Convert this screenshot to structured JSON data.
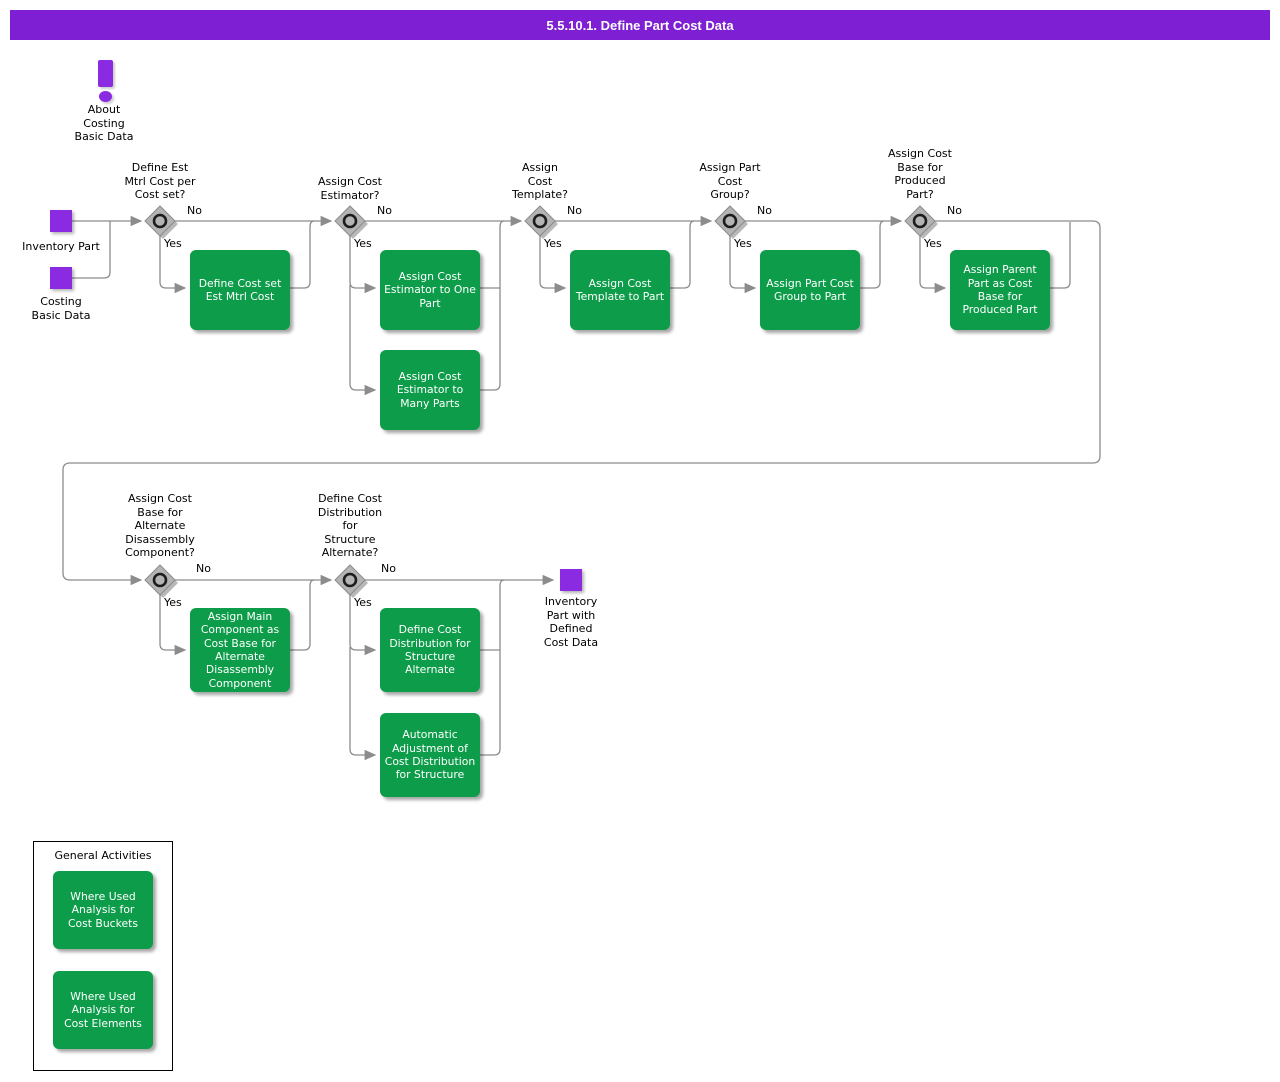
{
  "title": "5.5.10.1. Define Part Cost Data",
  "notice": {
    "label": "About\nCosting\nBasic Data"
  },
  "start_nodes": [
    {
      "label": "Inventory Part"
    },
    {
      "label": "Costing\nBasic Data"
    }
  ],
  "end_node": {
    "label": "Inventory\nPart with\nDefined\nCost Data"
  },
  "decisions": [
    {
      "question": "Define Est\nMtrl Cost per\nCost set?",
      "no_label": "No",
      "yes_label": "Yes"
    },
    {
      "question": "Assign Cost\nEstimator?",
      "no_label": "No",
      "yes_label": "Yes"
    },
    {
      "question": "Assign\nCost\nTemplate?",
      "no_label": "No",
      "yes_label": "Yes"
    },
    {
      "question": "Assign Part\nCost\nGroup?",
      "no_label": "No",
      "yes_label": "Yes"
    },
    {
      "question": "Assign Cost\nBase for\nProduced\nPart?",
      "no_label": "No",
      "yes_label": "Yes"
    },
    {
      "question": "Assign Cost\nBase for\nAlternate\nDisassembly\nComponent?",
      "no_label": "No",
      "yes_label": "Yes"
    },
    {
      "question": "Define Cost\nDistribution\nfor\nStructure\nAlternate?",
      "no_label": "No",
      "yes_label": "Yes"
    }
  ],
  "activities": [
    {
      "label": "Define Cost set\nEst Mtrl Cost"
    },
    {
      "label": "Assign Cost\nEstimator to One\nPart"
    },
    {
      "label": "Assign Cost\nEstimator to\nMany Parts"
    },
    {
      "label": "Assign Cost\nTemplate to Part"
    },
    {
      "label": "Assign Part Cost\nGroup to Part"
    },
    {
      "label": "Assign Parent\nPart as Cost\nBase for\nProduced Part"
    },
    {
      "label": "Assign Main\nComponent as\nCost Base for\nAlternate\nDisassembly\nComponent"
    },
    {
      "label": "Define Cost\nDistribution for\nStructure\nAlternate"
    },
    {
      "label": "Automatic\nAdjustment of\nCost Distribution\nfor Structure"
    }
  ],
  "general_activities": {
    "title": "General Activities",
    "items": [
      {
        "label": "Where Used\nAnalysis for\nCost Buckets"
      },
      {
        "label": "Where Used\nAnalysis for\nCost Elements"
      }
    ]
  },
  "colors": {
    "banner_purple": "#7E1FD3",
    "node_purple": "#8A2BE2",
    "activity_green": "#0D9C49",
    "connector_gray": "#8C8C8C"
  }
}
